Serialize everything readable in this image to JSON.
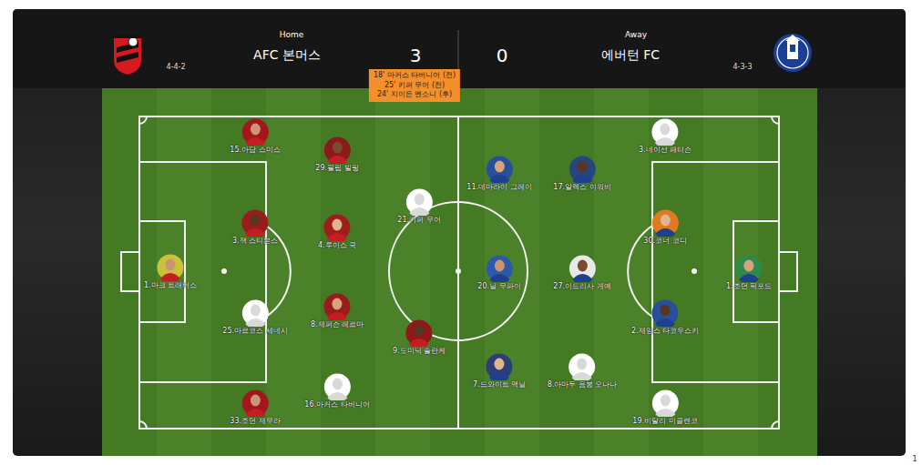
{
  "diagram": {
    "nodes": [
      {
        "text": [
          "18' 마커스 타버니어 (전)",
          "25' 키퍼 무어 (전)",
          "24' 지이든 멘소니 (후)"
        ]
      },
      {
        "text": [
          "15.아담 스미스"
        ]
      },
      {
        "text": [
          "29.필립 빌링"
        ]
      },
      {
        "text": [
          "21.키퍼 무어"
        ]
      },
      {
        "text": [
          "3.잭 스티븐스"
        ]
      },
      {
        "text": [
          "4.루이스 쿡"
        ]
      },
      {
        "text": [
          "1.마크 트래버스"
        ]
      },
      {
        "text": [
          "25.마르코스 세네시"
        ]
      },
      {
        "text": [
          "8.제퍼슨 레르마"
        ]
      },
      {
        "text": [
          "9.도미닉 솔란케"
        ]
      },
      {
        "text": [
          "16.마커스 타버니어"
        ]
      },
      {
        "text": [
          "33.조던 제무라"
        ]
      },
      {
        "text": [
          "3.네이선 패터슨"
        ]
      },
      {
        "text": [
          "11.데마라이 그레이"
        ]
      },
      {
        "text": [
          "17.알렉스 이워비"
        ]
      },
      {
        "text": [
          "30.코너 코디"
        ]
      },
      {
        "text": [
          "20.닐 무파이"
        ]
      },
      {
        "text": [
          "27.이드리사 게예"
        ]
      },
      {
        "text": [
          "1.조던 픽포드"
        ]
      },
      {
        "text": [
          "2.제임스 타코우스키"
        ]
      },
      {
        "text": [
          "7.드와이트 맥닐"
        ]
      },
      {
        "text": [
          "8.아마두 음봉 오나나"
        ]
      },
      {
        "text": [
          "19.비탈리 미콜렌코"
        ]
      }
    ],
    "labels": [
      "Home",
      "AFC 본머스",
      "3",
      "0",
      "Away",
      "에버턴 FC",
      "4-4-2",
      "4-3-3",
      "1"
    ]
  }
}
